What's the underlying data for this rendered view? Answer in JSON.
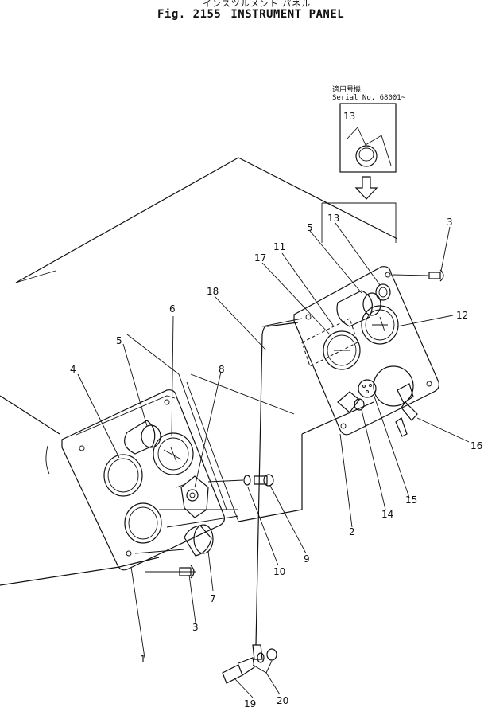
{
  "header": {
    "title_jp": "インスツルメント パネル",
    "fig_number": "Fig. 2155",
    "title": "INSTRUMENT PANEL"
  },
  "inset": {
    "serial_jp": "適用号機",
    "serial_label": "Serial No. 68001~",
    "part": "13"
  },
  "callouts": [
    "1",
    "2",
    "3",
    "3",
    "4",
    "5",
    "5",
    "6",
    "7",
    "8",
    "9",
    "10",
    "11",
    "12",
    "13",
    "14",
    "15",
    "16",
    "17",
    "18",
    "19",
    "20"
  ]
}
